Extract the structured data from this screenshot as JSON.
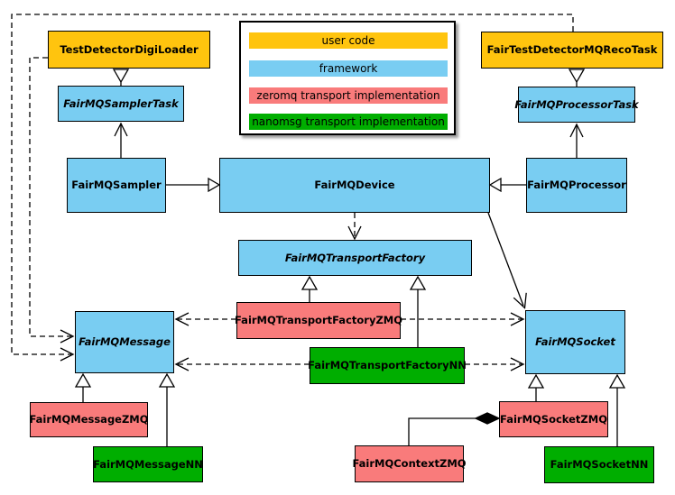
{
  "legend": {
    "items": [
      {
        "id": "user-code",
        "label": "user code",
        "color": "#FFC40E"
      },
      {
        "id": "framework",
        "label": "framework",
        "color": "#79CDF2"
      },
      {
        "id": "zeromq",
        "label": "zeromq transport implementation",
        "color": "#F97B7B"
      },
      {
        "id": "nanomsg",
        "label": "nanomsg transport implementation",
        "color": "#00AE00"
      }
    ]
  },
  "nodes": {
    "digi_loader": {
      "label": "TestDetectorDigiLoader",
      "category": "user code",
      "abstract": false
    },
    "reco_task": {
      "label": "FairTestDetectorMQRecoTask",
      "category": "user code",
      "abstract": false
    },
    "sampler_task": {
      "label": "FairMQSamplerTask",
      "category": "framework",
      "abstract": true
    },
    "processor_task": {
      "label": "FairMQProcessorTask",
      "category": "framework",
      "abstract": true
    },
    "sampler": {
      "label": "FairMQSampler",
      "category": "framework",
      "abstract": false
    },
    "device": {
      "label": "FairMQDevice",
      "category": "framework",
      "abstract": false
    },
    "processor": {
      "label": "FairMQProcessor",
      "category": "framework",
      "abstract": false
    },
    "transport_factory": {
      "label": "FairMQTransportFactory",
      "category": "framework",
      "abstract": true
    },
    "transport_factory_zmq": {
      "label": "FairMQTransportFactoryZMQ",
      "category": "zeromq",
      "abstract": false
    },
    "transport_factory_nn": {
      "label": "FairMQTransportFactoryNN",
      "category": "nanomsg",
      "abstract": false
    },
    "message": {
      "label": "FairMQMessage",
      "category": "framework",
      "abstract": true
    },
    "socket": {
      "label": "FairMQSocket",
      "category": "framework",
      "abstract": true
    },
    "message_zmq": {
      "label": "FairMQMessageZMQ",
      "category": "zeromq",
      "abstract": false
    },
    "message_nn": {
      "label": "FairMQMessageNN",
      "category": "nanomsg",
      "abstract": false
    },
    "socket_zmq": {
      "label": "FairMQSocketZMQ",
      "category": "zeromq",
      "abstract": false
    },
    "socket_nn": {
      "label": "FairMQSocketNN",
      "category": "nanomsg",
      "abstract": false
    },
    "context_zmq": {
      "label": "FairMQContextZMQ",
      "category": "zeromq",
      "abstract": false
    }
  },
  "edges": [
    {
      "from": "TestDetectorDigiLoader",
      "to": "FairMQSamplerTask",
      "line": "solid",
      "head": "hollow-triangle"
    },
    {
      "from": "FairTestDetectorMQRecoTask",
      "to": "FairMQProcessorTask",
      "line": "solid",
      "head": "hollow-triangle"
    },
    {
      "from": "FairMQSampler",
      "to": "FairMQSamplerTask",
      "line": "solid",
      "head": "open-vee"
    },
    {
      "from": "FairMQProcessor",
      "to": "FairMQProcessorTask",
      "line": "solid",
      "head": "open-vee"
    },
    {
      "from": "FairMQSampler",
      "to": "FairMQDevice",
      "line": "solid",
      "head": "hollow-triangle"
    },
    {
      "from": "FairMQProcessor",
      "to": "FairMQDevice",
      "line": "solid",
      "head": "hollow-triangle"
    },
    {
      "from": "FairMQDevice",
      "to": "FairMQTransportFactory",
      "line": "dashed",
      "head": "open-vee"
    },
    {
      "from": "FairMQDevice",
      "to": "FairMQSocket",
      "line": "solid",
      "head": "open-vee"
    },
    {
      "from": "FairMQTransportFactoryZMQ",
      "to": "FairMQTransportFactory",
      "line": "solid",
      "head": "hollow-triangle"
    },
    {
      "from": "FairMQTransportFactoryNN",
      "to": "FairMQTransportFactory",
      "line": "solid",
      "head": "hollow-triangle"
    },
    {
      "from": "FairMQTransportFactoryZMQ",
      "to": "FairMQMessage",
      "line": "dashed",
      "head": "open-vee"
    },
    {
      "from": "FairMQTransportFactoryZMQ",
      "to": "FairMQSocket",
      "line": "dashed",
      "head": "open-vee"
    },
    {
      "from": "FairMQTransportFactoryNN",
      "to": "FairMQMessage",
      "line": "dashed",
      "head": "open-vee"
    },
    {
      "from": "FairMQTransportFactoryNN",
      "to": "FairMQSocket",
      "line": "dashed",
      "head": "open-vee"
    },
    {
      "from": "TestDetectorDigiLoader",
      "to": "FairMQMessage",
      "line": "dashed",
      "head": "open-vee"
    },
    {
      "from": "FairTestDetectorMQRecoTask",
      "to": "FairMQMessage",
      "line": "dashed",
      "head": "open-vee"
    },
    {
      "from": "FairMQMessageZMQ",
      "to": "FairMQMessage",
      "line": "solid",
      "head": "hollow-triangle"
    },
    {
      "from": "FairMQMessageNN",
      "to": "FairMQMessage",
      "line": "solid",
      "head": "hollow-triangle"
    },
    {
      "from": "FairMQSocketZMQ",
      "to": "FairMQSocket",
      "line": "solid",
      "head": "hollow-triangle"
    },
    {
      "from": "FairMQSocketNN",
      "to": "FairMQSocket",
      "line": "solid",
      "head": "hollow-triangle"
    },
    {
      "from": "FairMQContextZMQ",
      "to": "FairMQSocketZMQ",
      "line": "solid",
      "head": "filled-diamond"
    }
  ],
  "colors": {
    "user_code": "#FFC40E",
    "framework": "#79CDF2",
    "zeromq": "#F97B7B",
    "nanomsg": "#00AE00",
    "border": "#000000",
    "edge": "#000000",
    "legend_background": "#FFFFFF"
  }
}
